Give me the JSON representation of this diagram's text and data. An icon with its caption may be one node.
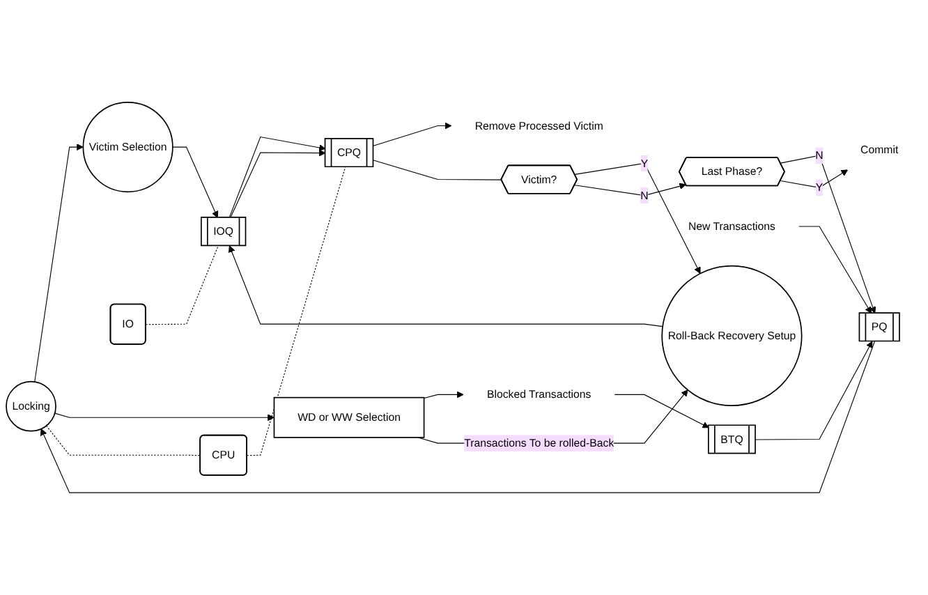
{
  "diagram": {
    "nodes": [
      {
        "text": [
          "Locking"
        ]
      },
      {
        "text": [
          "Victim Selection"
        ]
      },
      {
        "text": [
          "PQ"
        ]
      },
      {
        "text": [
          "WD or WW Selection"
        ]
      },
      {
        "text": [
          "IOQ"
        ]
      },
      {
        "text": [
          "IO"
        ]
      },
      {
        "text": [
          "CPQ"
        ]
      },
      {
        "text": [
          "CPU"
        ]
      },
      {
        "text": [
          "Roll-Back Recovery Setup"
        ]
      },
      {
        "text": [
          "New Transactions"
        ]
      },
      {
        "text": [
          "Blocked Transactions"
        ]
      },
      {
        "text": [
          "BTQ"
        ]
      },
      {
        "text": [
          "Remove Processed Victim"
        ]
      },
      {
        "text": [
          "Victim?"
        ]
      },
      {
        "text": [
          "Last Phase?"
        ]
      },
      {
        "text": [
          "Commit"
        ]
      }
    ],
    "edges": [
      {
        "from": 9,
        "to": 2,
        "arrow": "to"
      },
      {
        "from": 2,
        "to": 0,
        "arrow": "to"
      },
      {
        "from": 0,
        "to": 1,
        "arrow": "to"
      },
      {
        "from": 0,
        "to": 3,
        "arrow": "to"
      },
      {
        "from": 0,
        "to": 7,
        "arrow": "none",
        "style": "dashed"
      },
      {
        "from": 1,
        "to": 4,
        "arrow": "to"
      },
      {
        "from": 5,
        "to": 4,
        "arrow": "none",
        "style": "dashed"
      },
      {
        "from": 4,
        "to": 6,
        "arrow": "to"
      },
      {
        "from": 4,
        "to": 6,
        "arrow": "to"
      },
      {
        "from": 7,
        "to": 6,
        "arrow": "none",
        "style": "dashed"
      },
      {
        "from": 8,
        "to": 4,
        "arrow": "to"
      },
      {
        "from": 3,
        "to": 10,
        "arrow": "to"
      },
      {
        "from": 10,
        "to": 11,
        "arrow": "to"
      },
      {
        "from": 11,
        "to": 2,
        "arrow": "to"
      },
      {
        "from": 6,
        "to": 12,
        "arrow": "to"
      },
      {
        "from": 3,
        "to": 8,
        "arrow": "to",
        "label": "Transactions To be rolled-Back"
      },
      {
        "from": 6,
        "to": 13,
        "arrow": "none"
      },
      {
        "from": 13,
        "to": 8,
        "arrow": "to",
        "label": "Y"
      },
      {
        "from": 13,
        "to": 14,
        "arrow": "to",
        "label": "N"
      },
      {
        "from": 14,
        "to": 2,
        "arrow": "to",
        "label": "N"
      },
      {
        "from": 14,
        "to": 15,
        "arrow": "to",
        "label": "Y"
      }
    ]
  }
}
